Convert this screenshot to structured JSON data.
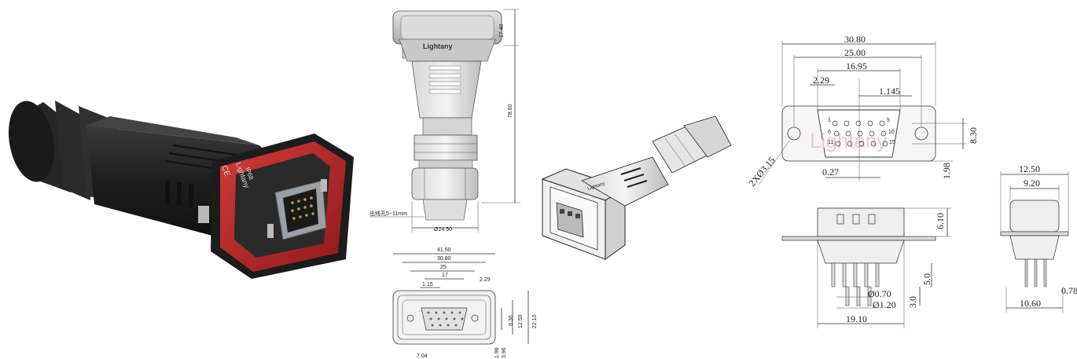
{
  "brand": "Lightany",
  "product": {
    "cert_mark": "CE",
    "rating": "IP68"
  },
  "drawing_side": {
    "dims": {
      "top_height": "17.40",
      "total_length": "78.80",
      "diameter": "Ø24.50",
      "cable_hole": "出线孔5~11mm"
    }
  },
  "drawing_front": {
    "dims": {
      "w1": "41.50",
      "w2": "30.80",
      "w3": "25",
      "w4": "17",
      "w5": "1.15",
      "w6": "2.29",
      "h1": "8.30",
      "h2": "12.50",
      "h3": "22.10",
      "b1": "7.04",
      "b2": "1.98",
      "b3": "3.96"
    }
  },
  "drawing_pin": {
    "dims": {
      "w1": "30.80",
      "w2": "25.00",
      "w3": "16.95",
      "p1": "2.29",
      "p2": "1.145",
      "h": "8.30",
      "hole": "2XØ3.15",
      "s1": "0.27",
      "s2": "1.98"
    },
    "pins": [
      "1",
      "5",
      "6",
      "10",
      "11",
      "15"
    ],
    "watermark": "Lightany"
  },
  "drawing_profile": {
    "dims": {
      "h1": "6.10",
      "h2": "5.0",
      "h3": "3.0",
      "d1": "Ø0.70",
      "d2": "Ø1.20",
      "w": "19.10"
    }
  },
  "drawing_end": {
    "dims": {
      "w1": "12.50",
      "w2": "9.20",
      "w3": "10.60",
      "t": "0.78"
    }
  }
}
